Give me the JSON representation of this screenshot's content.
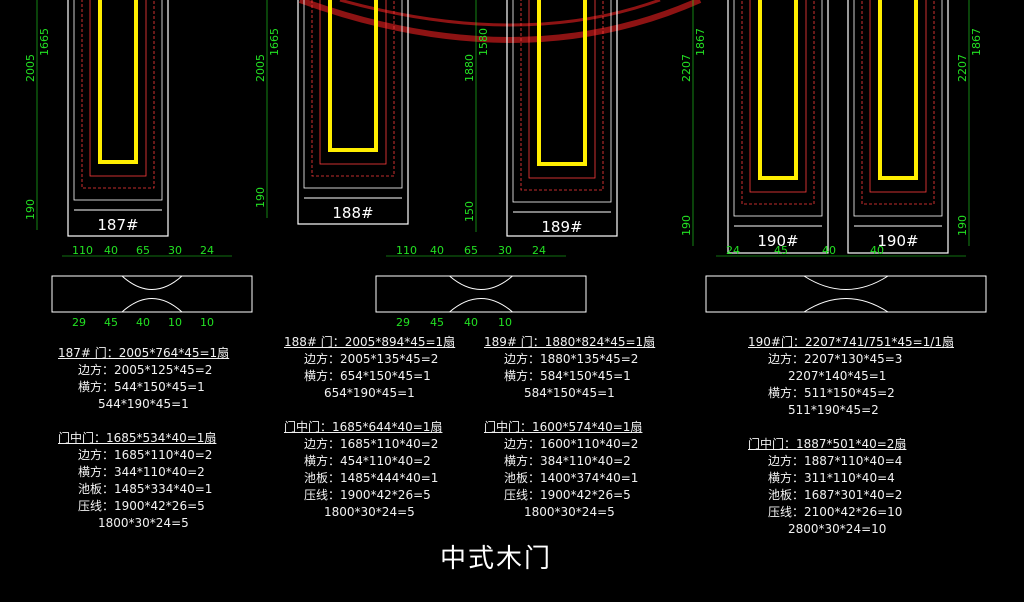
{
  "colors": {
    "bg": "#000000",
    "frame": "#ffffff",
    "panel": "#ffee00",
    "accent": "#ff3b3b",
    "dim": "#22e022",
    "mold": "#ffffff",
    "watermark": "#b01818"
  },
  "doors": [
    {
      "label": "187#",
      "dims": [
        "2005",
        "1665",
        "190"
      ]
    },
    {
      "label": "188#",
      "dims": [
        "2005",
        "1665",
        "190"
      ]
    },
    {
      "label": "189#",
      "dims": [
        "1880",
        "1580",
        "150"
      ]
    },
    {
      "label": "190#",
      "dims": [
        "2207",
        "1867",
        "190"
      ]
    },
    {
      "label": "190#",
      "dims": [
        "2207",
        "1867",
        "190"
      ]
    }
  ],
  "profiles": [
    {
      "dims": [
        "110",
        "40",
        "65",
        "30",
        "24",
        "29",
        "45",
        "40",
        "10",
        "10"
      ]
    },
    {
      "dims": [
        "110",
        "40",
        "65",
        "30",
        "24",
        "29",
        "45",
        "40",
        "10"
      ]
    },
    {
      "dims": [
        "24",
        "45",
        "40",
        "40"
      ]
    }
  ],
  "specs": [
    {
      "name": "spec-187",
      "lines": [
        {
          "t": "187# 门：2005*764*45=1扇",
          "h": true
        },
        {
          "t": "边方：2005*125*45=2",
          "i": 1
        },
        {
          "t": "横方：544*150*45=1",
          "i": 1
        },
        {
          "t": "544*190*45=1",
          "i": 2
        },
        {
          "t": "",
          "i": 0
        },
        {
          "t": "门中门：1685*534*40=1扇",
          "h": true
        },
        {
          "t": "边方：1685*110*40=2",
          "i": 1
        },
        {
          "t": "横方：344*110*40=2",
          "i": 1
        },
        {
          "t": "池板：1485*334*40=1",
          "i": 1
        },
        {
          "t": "压线：1900*42*26=5",
          "i": 1
        },
        {
          "t": "1800*30*24=5",
          "i": 2
        }
      ]
    },
    {
      "name": "spec-188",
      "lines": [
        {
          "t": "188# 门：2005*894*45=1扇",
          "h": true
        },
        {
          "t": "边方：2005*135*45=2",
          "i": 1
        },
        {
          "t": "横方：654*150*45=1",
          "i": 1
        },
        {
          "t": "654*190*45=1",
          "i": 2
        },
        {
          "t": "",
          "i": 0
        },
        {
          "t": "门中门：1685*644*40=1扇",
          "h": true
        },
        {
          "t": "边方：1685*110*40=2",
          "i": 1
        },
        {
          "t": "横方：454*110*40=2",
          "i": 1
        },
        {
          "t": "池板：1485*444*40=1",
          "i": 1
        },
        {
          "t": "压线：1900*42*26=5",
          "i": 1
        },
        {
          "t": "1800*30*24=5",
          "i": 2
        }
      ]
    },
    {
      "name": "spec-189",
      "lines": [
        {
          "t": "189# 门：1880*824*45=1扇",
          "h": true
        },
        {
          "t": "边方：1880*135*45=2",
          "i": 1
        },
        {
          "t": "横方：584*150*45=1",
          "i": 1
        },
        {
          "t": "584*150*45=1",
          "i": 2
        },
        {
          "t": "",
          "i": 0
        },
        {
          "t": "门中门：1600*574*40=1扇",
          "h": true
        },
        {
          "t": "边方：1600*110*40=2",
          "i": 1
        },
        {
          "t": "横方：384*110*40=2",
          "i": 1
        },
        {
          "t": "池板：1400*374*40=1",
          "i": 1
        },
        {
          "t": "压线：1900*42*26=5",
          "i": 1
        },
        {
          "t": "1800*30*24=5",
          "i": 2
        }
      ]
    },
    {
      "name": "spec-190",
      "lines": [
        {
          "t": "190#门：2207*741/751*45=1/1扇",
          "h": true
        },
        {
          "t": "边方：2207*130*45=3",
          "i": 1
        },
        {
          "t": "2207*140*45=1",
          "i": 2
        },
        {
          "t": "横方：511*150*45=2",
          "i": 1
        },
        {
          "t": "511*190*45=2",
          "i": 2
        },
        {
          "t": "",
          "i": 0
        },
        {
          "t": "门中门：1887*501*40=2扇",
          "h": true
        },
        {
          "t": "边方：1887*110*40=4",
          "i": 1
        },
        {
          "t": "横方：311*110*40=4",
          "i": 1
        },
        {
          "t": "池板：1687*301*40=2",
          "i": 1
        },
        {
          "t": "压线：2100*42*26=10",
          "i": 1
        },
        {
          "t": "2800*30*24=10",
          "i": 2
        }
      ]
    }
  ],
  "title": "中式木门"
}
